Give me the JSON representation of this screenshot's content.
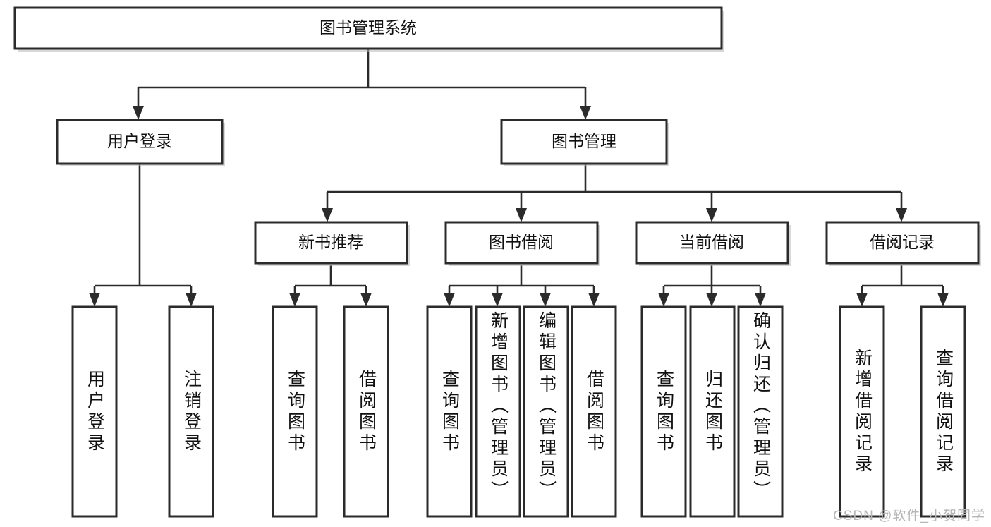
{
  "diagram": {
    "type": "hierarchy-tree",
    "title": "图书管理系统",
    "watermark": "CSDN @软件_小贺同学",
    "colors": {
      "box_fill": "#ffffff",
      "box_stroke": "#2b2b2b",
      "connector": "#2b2b2b",
      "text": "#111111",
      "watermark": "#b6b6b6"
    },
    "levels": {
      "root": {
        "label": "图书管理系统"
      },
      "level2": [
        {
          "label": "用户登录"
        },
        {
          "label": "图书管理"
        }
      ],
      "level3": [
        {
          "label": "新书推荐"
        },
        {
          "label": "图书借阅"
        },
        {
          "label": "当前借阅"
        },
        {
          "label": "借阅记录"
        }
      ]
    },
    "leaves": {
      "user_login": [
        {
          "label": "用户登录",
          "align": "center"
        },
        {
          "label": "注销登录",
          "align": "center"
        }
      ],
      "new_book_recommend": [
        {
          "label": "查询图书",
          "align": "center"
        },
        {
          "label": "借阅图书",
          "align": "center"
        }
      ],
      "book_borrow": [
        {
          "label": "查询图书",
          "align": "center"
        },
        {
          "label": "新增图书（管理员）",
          "align": "start"
        },
        {
          "label": "编辑图书（管理员）",
          "align": "start"
        },
        {
          "label": "借阅图书",
          "align": "center"
        }
      ],
      "current_borrow": [
        {
          "label": "查询图书",
          "align": "center"
        },
        {
          "label": "归还图书",
          "align": "center"
        },
        {
          "label": "确认归还（管理员）",
          "align": "start"
        }
      ],
      "borrow_record": [
        {
          "label": "新增借阅记录",
          "align": "center"
        },
        {
          "label": "查询借阅记录",
          "align": "center"
        }
      ]
    },
    "edges": [
      {
        "from": "图书管理系统",
        "to": "用户登录"
      },
      {
        "from": "图书管理系统",
        "to": "图书管理"
      },
      {
        "from": "图书管理",
        "to": "新书推荐"
      },
      {
        "from": "图书管理",
        "to": "图书借阅"
      },
      {
        "from": "图书管理",
        "to": "当前借阅"
      },
      {
        "from": "图书管理",
        "to": "借阅记录"
      },
      {
        "from": "用户登录",
        "to": "用户登录(叶)"
      },
      {
        "from": "用户登录",
        "to": "注销登录"
      },
      {
        "from": "新书推荐",
        "to": "查询图书"
      },
      {
        "from": "新书推荐",
        "to": "借阅图书"
      },
      {
        "from": "图书借阅",
        "to": "查询图书"
      },
      {
        "from": "图书借阅",
        "to": "新增图书（管理员）"
      },
      {
        "from": "图书借阅",
        "to": "编辑图书（管理员）"
      },
      {
        "from": "图书借阅",
        "to": "借阅图书"
      },
      {
        "from": "当前借阅",
        "to": "查询图书"
      },
      {
        "from": "当前借阅",
        "to": "归还图书"
      },
      {
        "from": "当前借阅",
        "to": "确认归还（管理员）"
      },
      {
        "from": "借阅记录",
        "to": "新增借阅记录"
      },
      {
        "from": "借阅记录",
        "to": "查询借阅记录"
      }
    ]
  }
}
